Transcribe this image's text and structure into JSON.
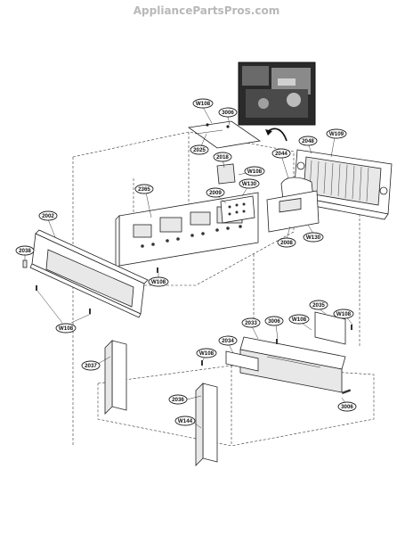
{
  "watermark": "AppliancePartsPros.com",
  "callouts": [
    {
      "id": "W108",
      "label": "W108"
    },
    {
      "id": "3006",
      "label": "3006"
    },
    {
      "id": "2025",
      "label": "2025"
    },
    {
      "id": "2018",
      "label": "2018"
    },
    {
      "id": "W108b",
      "label": "W108"
    },
    {
      "id": "2044",
      "label": "2044"
    },
    {
      "id": "2048",
      "label": "2048"
    },
    {
      "id": "W109",
      "label": "W109"
    },
    {
      "id": "2365",
      "label": "2365"
    },
    {
      "id": "W130",
      "label": "W130"
    },
    {
      "id": "2009",
      "label": "2009"
    },
    {
      "id": "2002",
      "label": "2002"
    },
    {
      "id": "2038",
      "label": "2038"
    },
    {
      "id": "2008",
      "label": "2008"
    },
    {
      "id": "W130b",
      "label": "W130"
    },
    {
      "id": "W108c",
      "label": "W108"
    },
    {
      "id": "W108d",
      "label": "W108"
    },
    {
      "id": "2035",
      "label": "2035"
    },
    {
      "id": "2033",
      "label": "2033"
    },
    {
      "id": "3006b",
      "label": "3006"
    },
    {
      "id": "W108e",
      "label": "W108"
    },
    {
      "id": "W108f",
      "label": "W108"
    },
    {
      "id": "2034",
      "label": "2034"
    },
    {
      "id": "W108g",
      "label": "W108"
    },
    {
      "id": "2037",
      "label": "2037"
    },
    {
      "id": "2036",
      "label": "2036"
    },
    {
      "id": "W144",
      "label": "W144"
    },
    {
      "id": "3006c",
      "label": "3006"
    }
  ]
}
